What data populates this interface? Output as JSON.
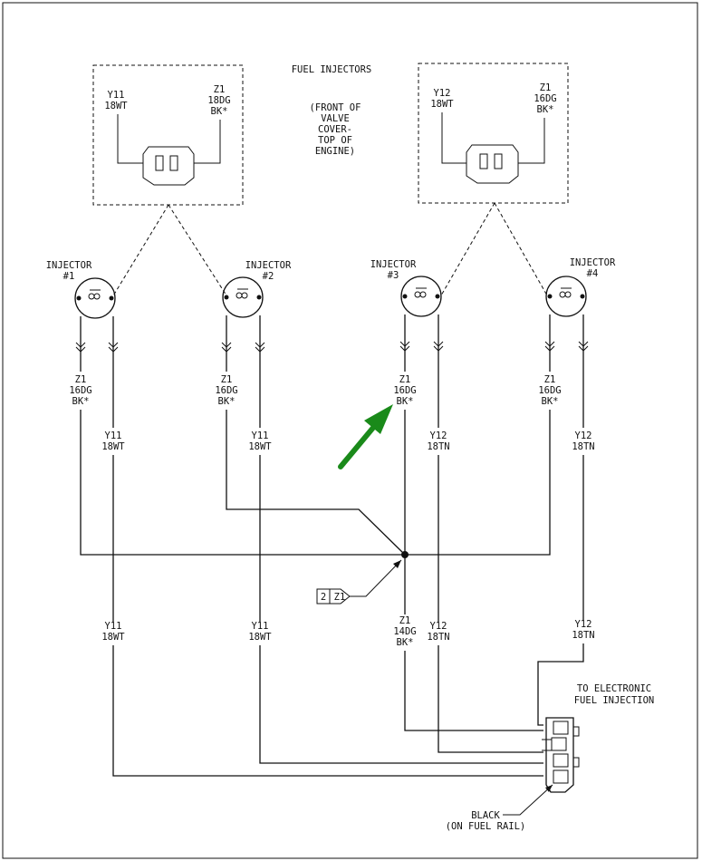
{
  "title": "FUEL INJECTORS",
  "location_note": [
    "(FRONT OF",
    "VALVE",
    "COVER-",
    "TOP OF",
    "ENGINE)"
  ],
  "detail_left": {
    "wire_a": [
      "Y11",
      "18WT"
    ],
    "wire_b": [
      "Z1",
      "18DG",
      "BK*"
    ]
  },
  "detail_right": {
    "wire_a": [
      "Y12",
      "18WT"
    ],
    "wire_b": [
      "Z1",
      "16DG",
      "BK*"
    ]
  },
  "injectors": [
    {
      "label": "INJECTOR",
      "number": "#1",
      "ground": [
        "Z1",
        "16DG",
        "BK*"
      ],
      "signal": [
        "Y11",
        "18WT"
      ]
    },
    {
      "label": "INJECTOR",
      "number": "#2",
      "ground": [
        "Z1",
        "16DG",
        "BK*"
      ],
      "signal": [
        "Y11",
        "18WT"
      ]
    },
    {
      "label": "INJECTOR",
      "number": "#3",
      "ground": [
        "Z1",
        "16DG",
        "BK*"
      ],
      "signal": [
        "Y12",
        "18TN"
      ]
    },
    {
      "label": "INJECTOR",
      "number": "#4",
      "ground": [
        "Z1",
        "16DG",
        "BK*"
      ],
      "signal": [
        "Y12",
        "18TN"
      ]
    }
  ],
  "splice_ref": {
    "page": "2",
    "circuit": "Z1"
  },
  "lower_labels": {
    "y11_a": [
      "Y11",
      "18WT"
    ],
    "y11_b": [
      "Y11",
      "18WT"
    ],
    "z1_main": [
      "Z1",
      "14DG",
      "BK*"
    ],
    "y12_a": [
      "Y12",
      "18TN"
    ],
    "y12_b": [
      "Y12",
      "18TN"
    ]
  },
  "connector_dest": [
    "TO ELECTRONIC",
    "FUEL INJECTION"
  ],
  "connector_note": [
    "BLACK",
    "(ON FUEL RAIL)"
  ],
  "colors": {
    "line": "#111111",
    "arrow": "#1a8a1a",
    "background": "#ffffff"
  }
}
